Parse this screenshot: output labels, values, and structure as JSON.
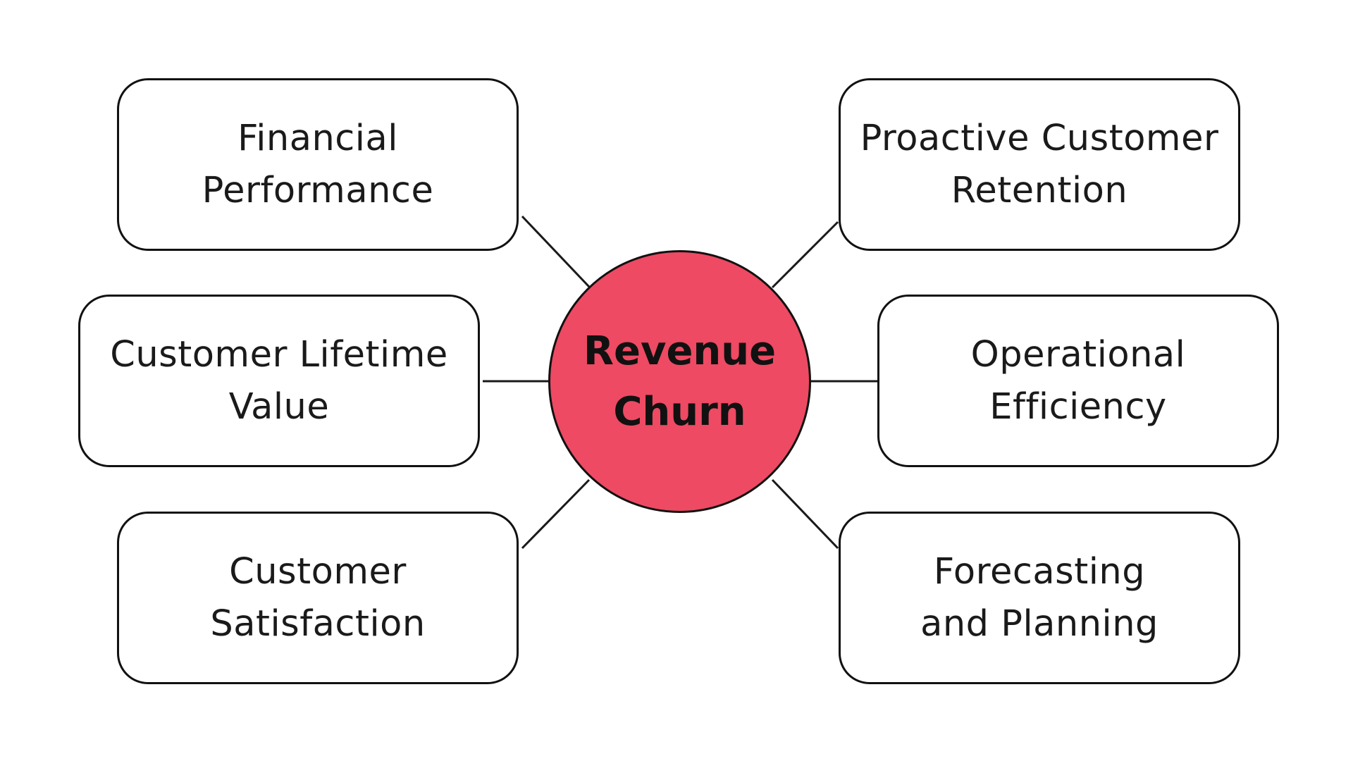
{
  "diagram": {
    "center": {
      "label": "Revenue\nChurn",
      "fill_color": "#EE4A63",
      "border_color": "#111111"
    },
    "nodes": [
      {
        "id": "financial-performance",
        "label": "Financial\nPerformance"
      },
      {
        "id": "customer-lifetime-value",
        "label": "Customer Lifetime\nValue"
      },
      {
        "id": "customer-satisfaction",
        "label": "Customer\nSatisfaction"
      },
      {
        "id": "proactive-customer-retention",
        "label": "Proactive Customer\nRetention"
      },
      {
        "id": "operational-efficiency",
        "label": "Operational\nEfficiency"
      },
      {
        "id": "forecasting-and-planning",
        "label": "Forecasting\nand Planning"
      }
    ],
    "colors": {
      "background": "#FFFFFF",
      "line": "#1A1A1A",
      "box_border": "#111111",
      "text": "#1A1A1A"
    }
  }
}
